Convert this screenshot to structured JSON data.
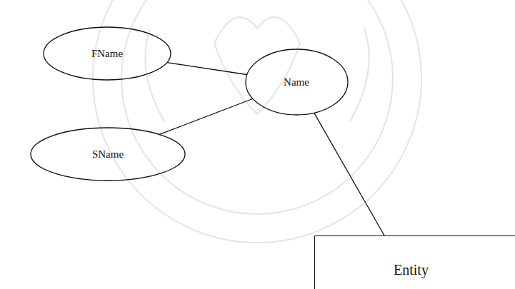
{
  "diagram": {
    "nodes": [
      {
        "text": [
          "FName"
        ]
      },
      {
        "text": [
          "Name"
        ]
      },
      {
        "text": [
          "SName"
        ]
      },
      {
        "text": [
          "Entity"
        ]
      }
    ],
    "edges": [
      {
        "from": 0,
        "to": 1,
        "arrow": "none"
      },
      {
        "from": 2,
        "to": 1,
        "arrow": "none"
      },
      {
        "from": 1,
        "to": 3,
        "arrow": "none"
      }
    ]
  }
}
